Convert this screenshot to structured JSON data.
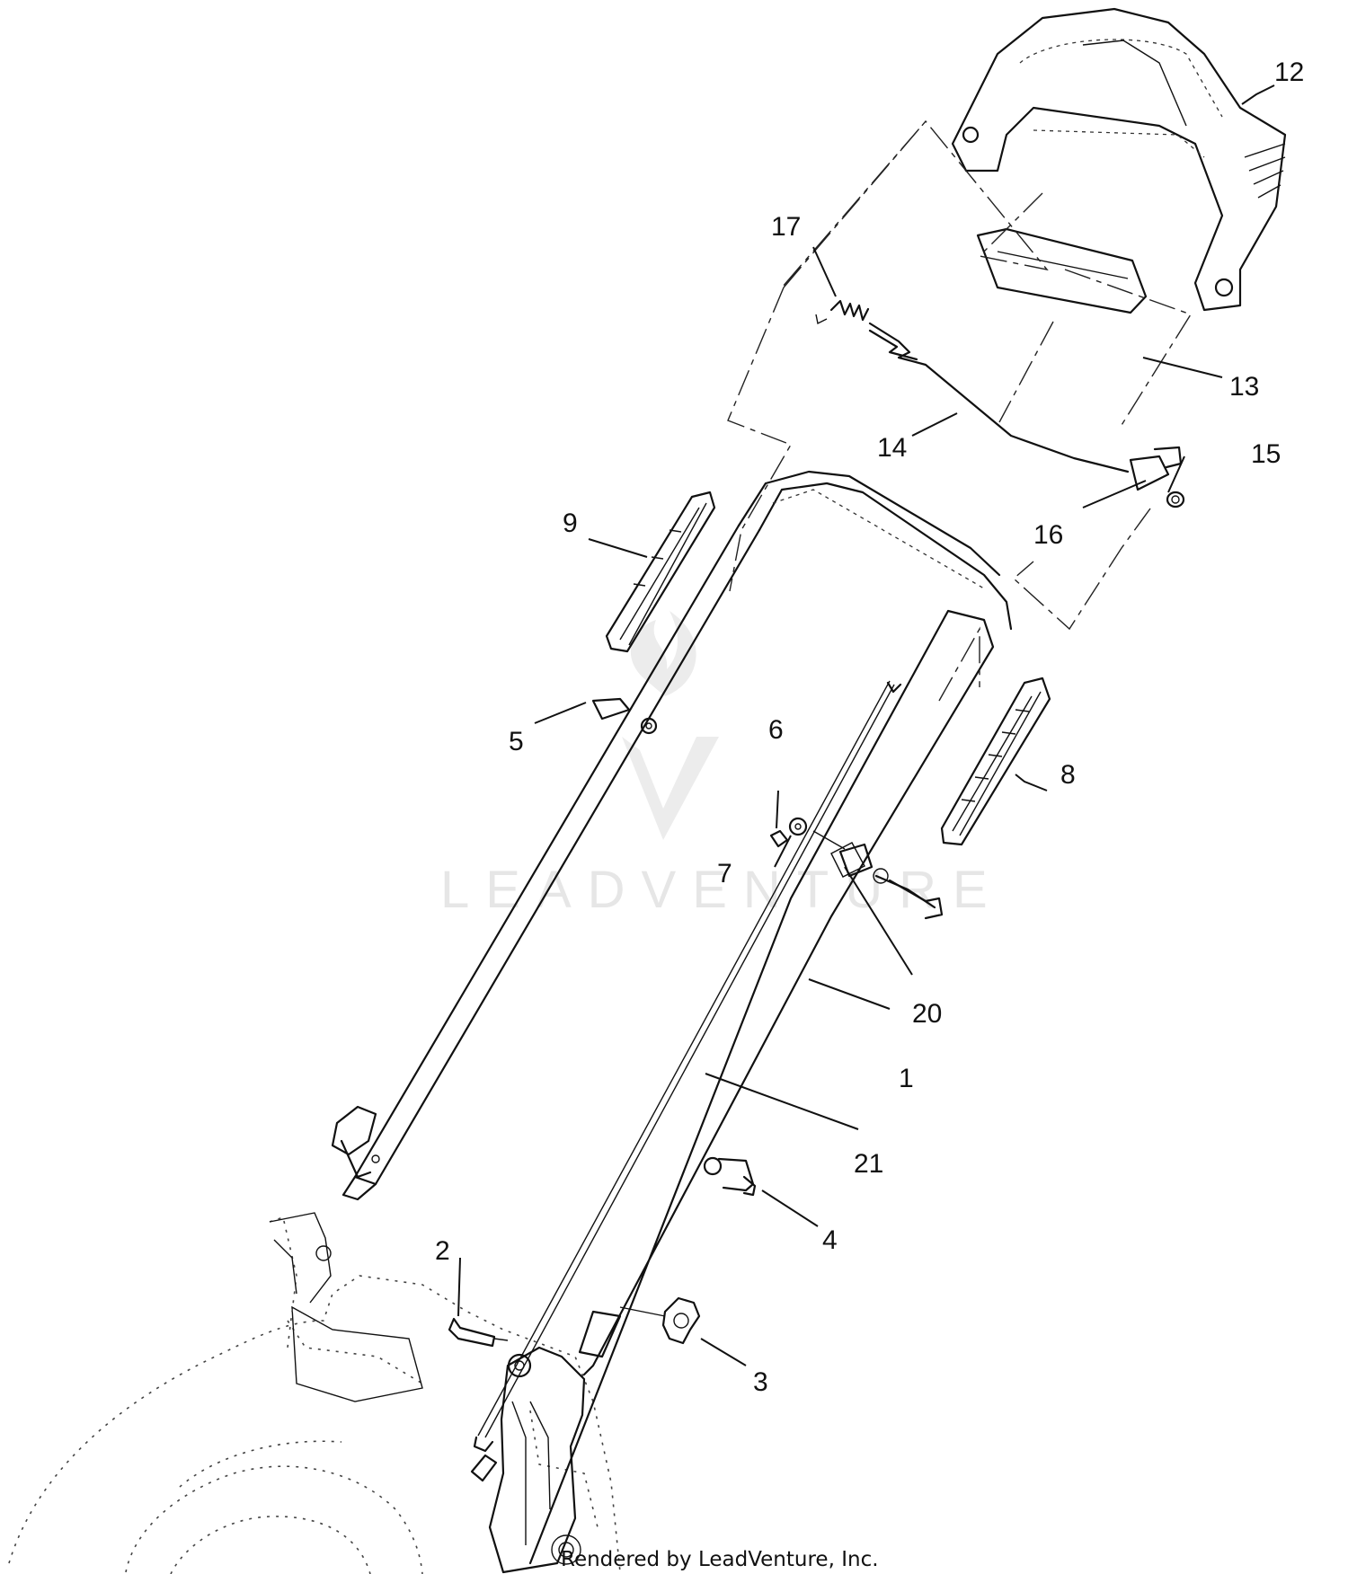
{
  "watermark": {
    "text": "LEADVENTURE"
  },
  "footer": {
    "text": "Rendered by LeadVenture, Inc."
  },
  "callouts": {
    "c1": "1",
    "c2": "2",
    "c3": "3",
    "c4": "4",
    "c5": "5",
    "c6": "6",
    "c7": "7",
    "c8": "8",
    "c9": "9",
    "c12": "12",
    "c13": "13",
    "c14": "14",
    "c15": "15",
    "c16": "16",
    "c17": "17",
    "c20": "20",
    "c21": "21"
  },
  "colors": {
    "line": "#111111",
    "watermark": "#e6e6e6",
    "background": "#ffffff"
  }
}
